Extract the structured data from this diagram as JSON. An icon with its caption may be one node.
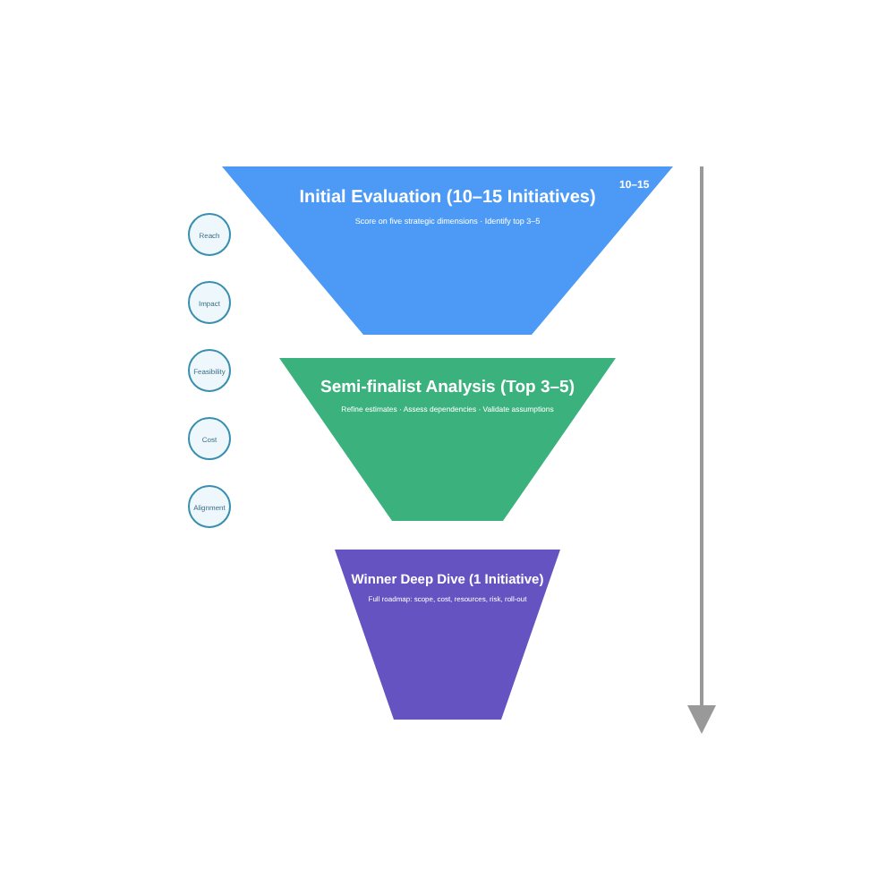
{
  "diagram": {
    "nodes": [
      {
        "text": [
          "Initial Evaluation (10–15 Initiatives)",
          "Score on five strategic dimensions · Identify top 3–5"
        ]
      },
      {
        "text": [
          "Semi-finalist Analysis (Top 3–5)",
          "Refine estimates · Assess dependencies · Validate assumptions"
        ]
      },
      {
        "text": [
          "Winner Deep Dive (1 Initiative)",
          "Full roadmap: scope, cost, resources, risk, roll-out"
        ]
      },
      {
        "text": [
          "Reach"
        ]
      },
      {
        "text": [
          "Impact"
        ]
      },
      {
        "text": [
          "Feasibility"
        ]
      },
      {
        "text": [
          "Cost"
        ]
      },
      {
        "text": [
          "Alignment"
        ]
      }
    ],
    "labels": [
      "10–15"
    ]
  }
}
